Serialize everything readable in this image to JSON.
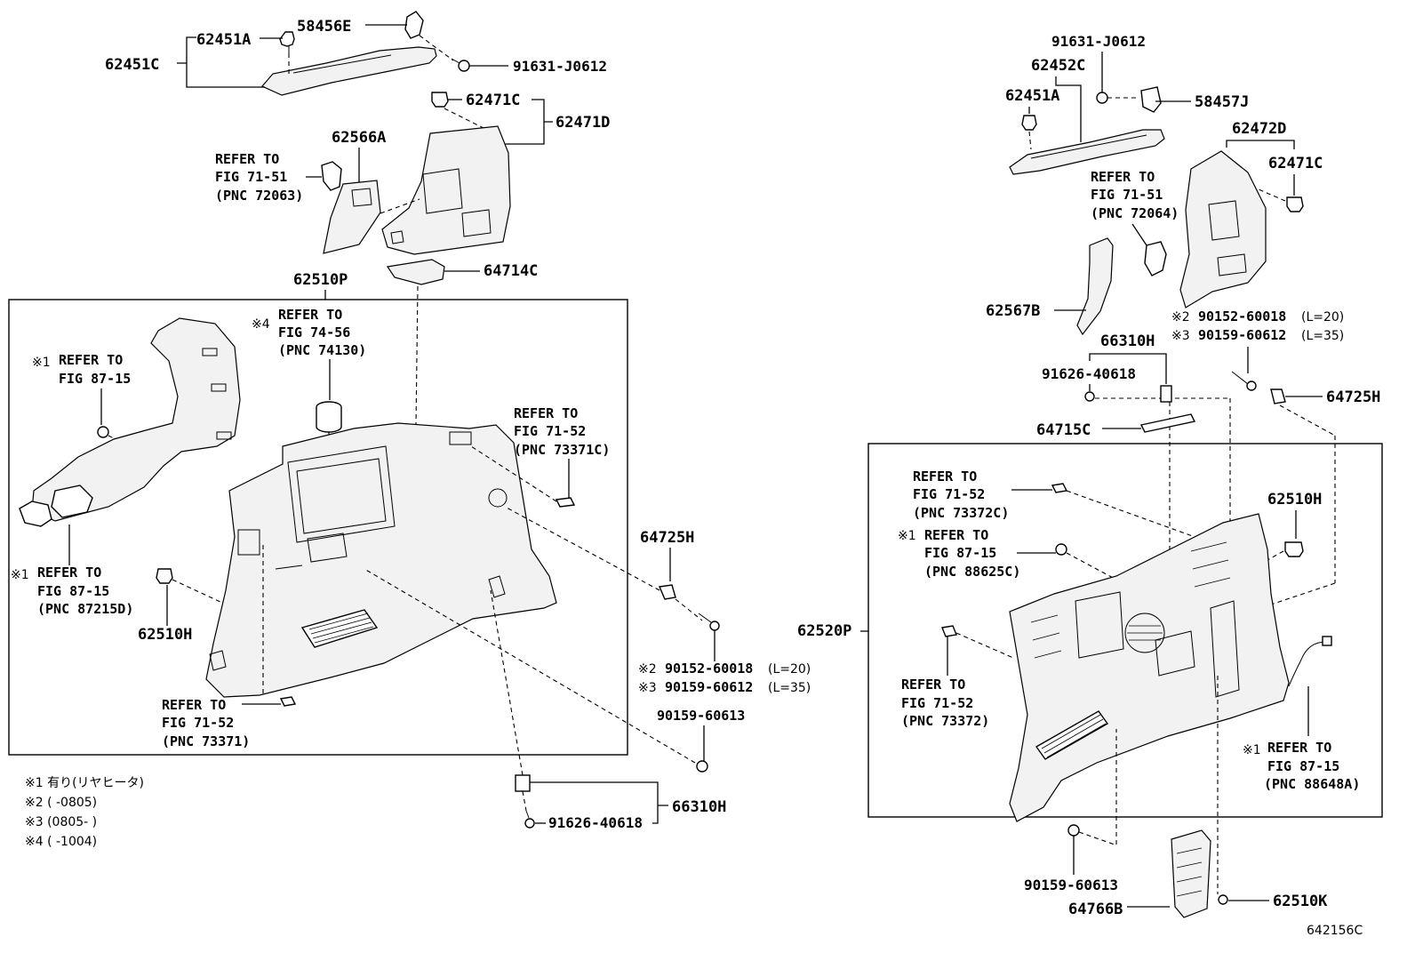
{
  "left": {
    "pn_62451A": "62451A",
    "pn_62451C": "62451C",
    "pn_58456E": "58456E",
    "pn_91631_J0612": "91631-J0612",
    "pn_62471C": "62471C",
    "pn_62471D": "62471D",
    "pn_62566A": "62566A",
    "ref_71_51": [
      "REFER TO",
      "FIG 71-51",
      "(PNC 72063)"
    ],
    "pn_64714C": "64714C",
    "pn_62510P": "62510P",
    "ref_74_56_mark": "※4",
    "ref_74_56": [
      "REFER TO",
      "FIG 74-56",
      "(PNC 74130)"
    ],
    "ref_87_15_a_mark": "※1",
    "ref_87_15_a": [
      "REFER TO",
      "FIG 87-15"
    ],
    "ref_71_52_a": [
      "REFER TO",
      "FIG 71-52",
      "(PNC 73371C)"
    ],
    "ref_87_15_b_mark": "※1",
    "ref_87_15_b": [
      "REFER TO",
      "FIG 87-15",
      "(PNC 87215D)"
    ],
    "pn_62510H": "62510H",
    "ref_71_52_b": [
      "REFER TO",
      "FIG 71-52",
      "(PNC 73371)"
    ],
    "pn_64725H": "64725H",
    "note_2_mark": "※2",
    "note_2": "90152-60018",
    "note_2_len": "(L=20)",
    "note_3_mark": "※3",
    "note_3": "90159-60612",
    "note_3_len": "(L=35)",
    "pn_90159_60613": "90159-60613",
    "pn_66310H": "66310H",
    "pn_91626_40618": "91626-40618"
  },
  "footnotes": [
    "※1 有り(リヤヒータ)",
    "※2 (      -0805)",
    "※3 (0805-      )",
    "※4 (      -1004)"
  ],
  "right": {
    "pn_91631_J0612": "91631-J0612",
    "pn_62452C": "62452C",
    "pn_62451A": "62451A",
    "pn_58457J": "58457J",
    "pn_62472D": "62472D",
    "pn_62471C": "62471C",
    "ref_71_51": [
      "REFER TO",
      "FIG 71-51",
      "(PNC 72064)"
    ],
    "pn_62567B": "62567B",
    "note_2_mark": "※2",
    "note_2": "90152-60018",
    "note_2_len": "(L=20)",
    "note_3_mark": "※3",
    "note_3": "90159-60612",
    "note_3_len": "(L=35)",
    "pn_66310H": "66310H",
    "pn_91626_40618": "91626-40618",
    "pn_64725H": "64725H",
    "pn_64715C": "64715C",
    "ref_71_52_a": [
      "REFER TO",
      "FIG 71-52",
      "(PNC 73372C)"
    ],
    "ref_87_15_a_mark": "※1",
    "ref_87_15_a": [
      "REFER TO",
      "FIG 87-15",
      "(PNC 88625C)"
    ],
    "pn_62510H": "62510H",
    "pn_62520P": "62520P",
    "ref_71_52_b": [
      "REFER TO",
      "FIG 71-52",
      "(PNC 73372)"
    ],
    "ref_87_15_b_mark": "※1",
    "ref_87_15_b": [
      "REFER TO",
      "FIG 87-15",
      "(PNC 88648A)"
    ],
    "pn_90159_60613": "90159-60613",
    "pn_64766B": "64766B",
    "pn_62510K": "62510K"
  },
  "figure_id": "642156C"
}
